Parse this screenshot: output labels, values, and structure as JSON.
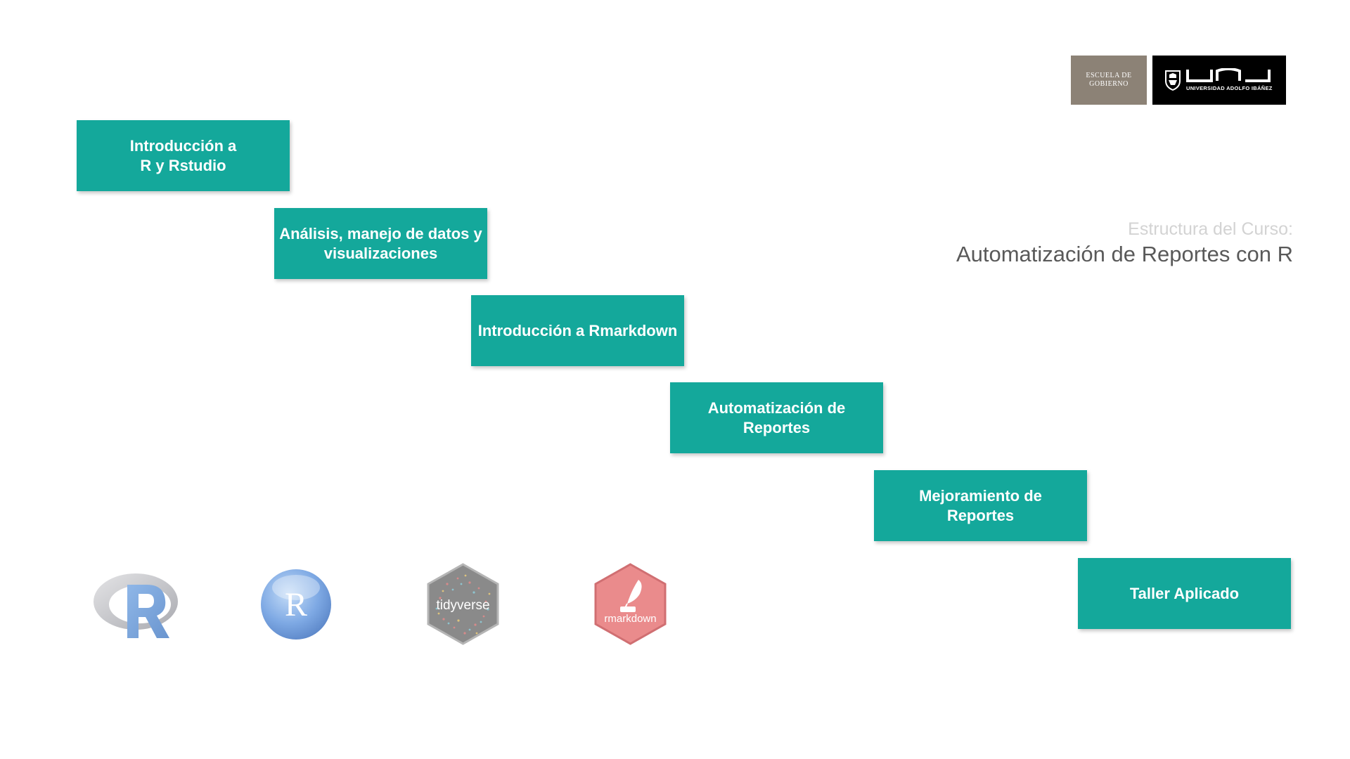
{
  "logos": {
    "escuela": {
      "line1": "ESCUELA DE",
      "line2": "GOBIERNO"
    },
    "uai": {
      "tagline": "UNIVERSIDAD ADOLFO IBÁÑEZ"
    },
    "tidyverse_label": "tidyverse",
    "rmarkdown_label": "rmarkdown",
    "rstudio_label": "R"
  },
  "header": {
    "subtitle": "Estructura del Curso:",
    "title": "Automatización de Reportes con R"
  },
  "steps": [
    {
      "line1": "Introducción a",
      "line2": "R y Rstudio"
    },
    {
      "line1": "Análisis, manejo de datos y",
      "line2": "visualizaciones"
    },
    {
      "line1": "Introducción a Rmarkdown",
      "line2": ""
    },
    {
      "line1": "Automatización de",
      "line2": "Reportes"
    },
    {
      "line1": "Mejoramiento de",
      "line2": "Reportes"
    },
    {
      "line1": "Taller Aplicado",
      "line2": ""
    }
  ],
  "colors": {
    "step_fill": "#14a89b",
    "title": "#595959",
    "subtitle": "#d3d3d3",
    "escuela_bg": "#8c8276",
    "uai_bg": "#000000"
  }
}
